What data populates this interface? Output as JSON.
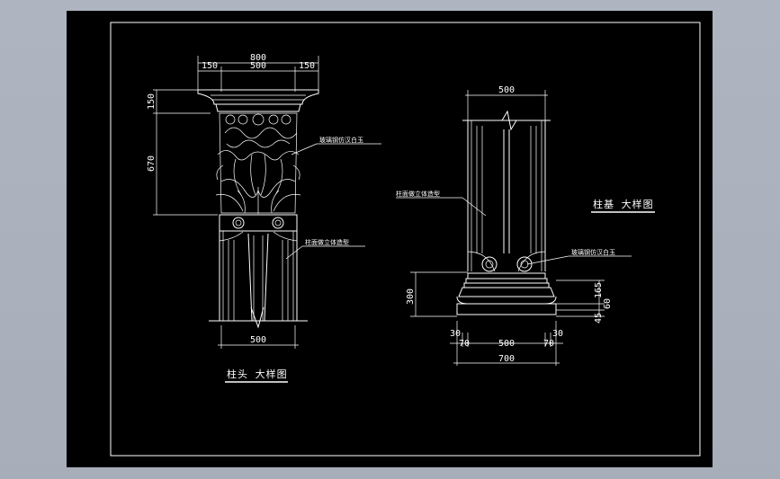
{
  "drawing": {
    "capital": {
      "title": "柱头 大样图",
      "dims": {
        "top_total": "800",
        "top_left": "150",
        "top_mid": "500",
        "top_right": "150",
        "side_upper": "150",
        "side_lower": "670",
        "bottom": "500"
      },
      "callouts": {
        "ornament": "玻璃钢仿汉白玉",
        "shaft": "柱面做立体造型"
      }
    },
    "base": {
      "title": "柱基 大样图",
      "dims": {
        "top": "500",
        "left_height": "300",
        "right_1": "165",
        "right_2": "60",
        "right_3": "45",
        "bottom_a": "30",
        "bottom_b": "70",
        "bottom_c": "500",
        "bottom_d": "70",
        "bottom_e": "30",
        "bottom_total": "700"
      },
      "callouts": {
        "shaft": "柱面做立体造型",
        "base": "玻璃钢仿汉白玉"
      }
    }
  }
}
